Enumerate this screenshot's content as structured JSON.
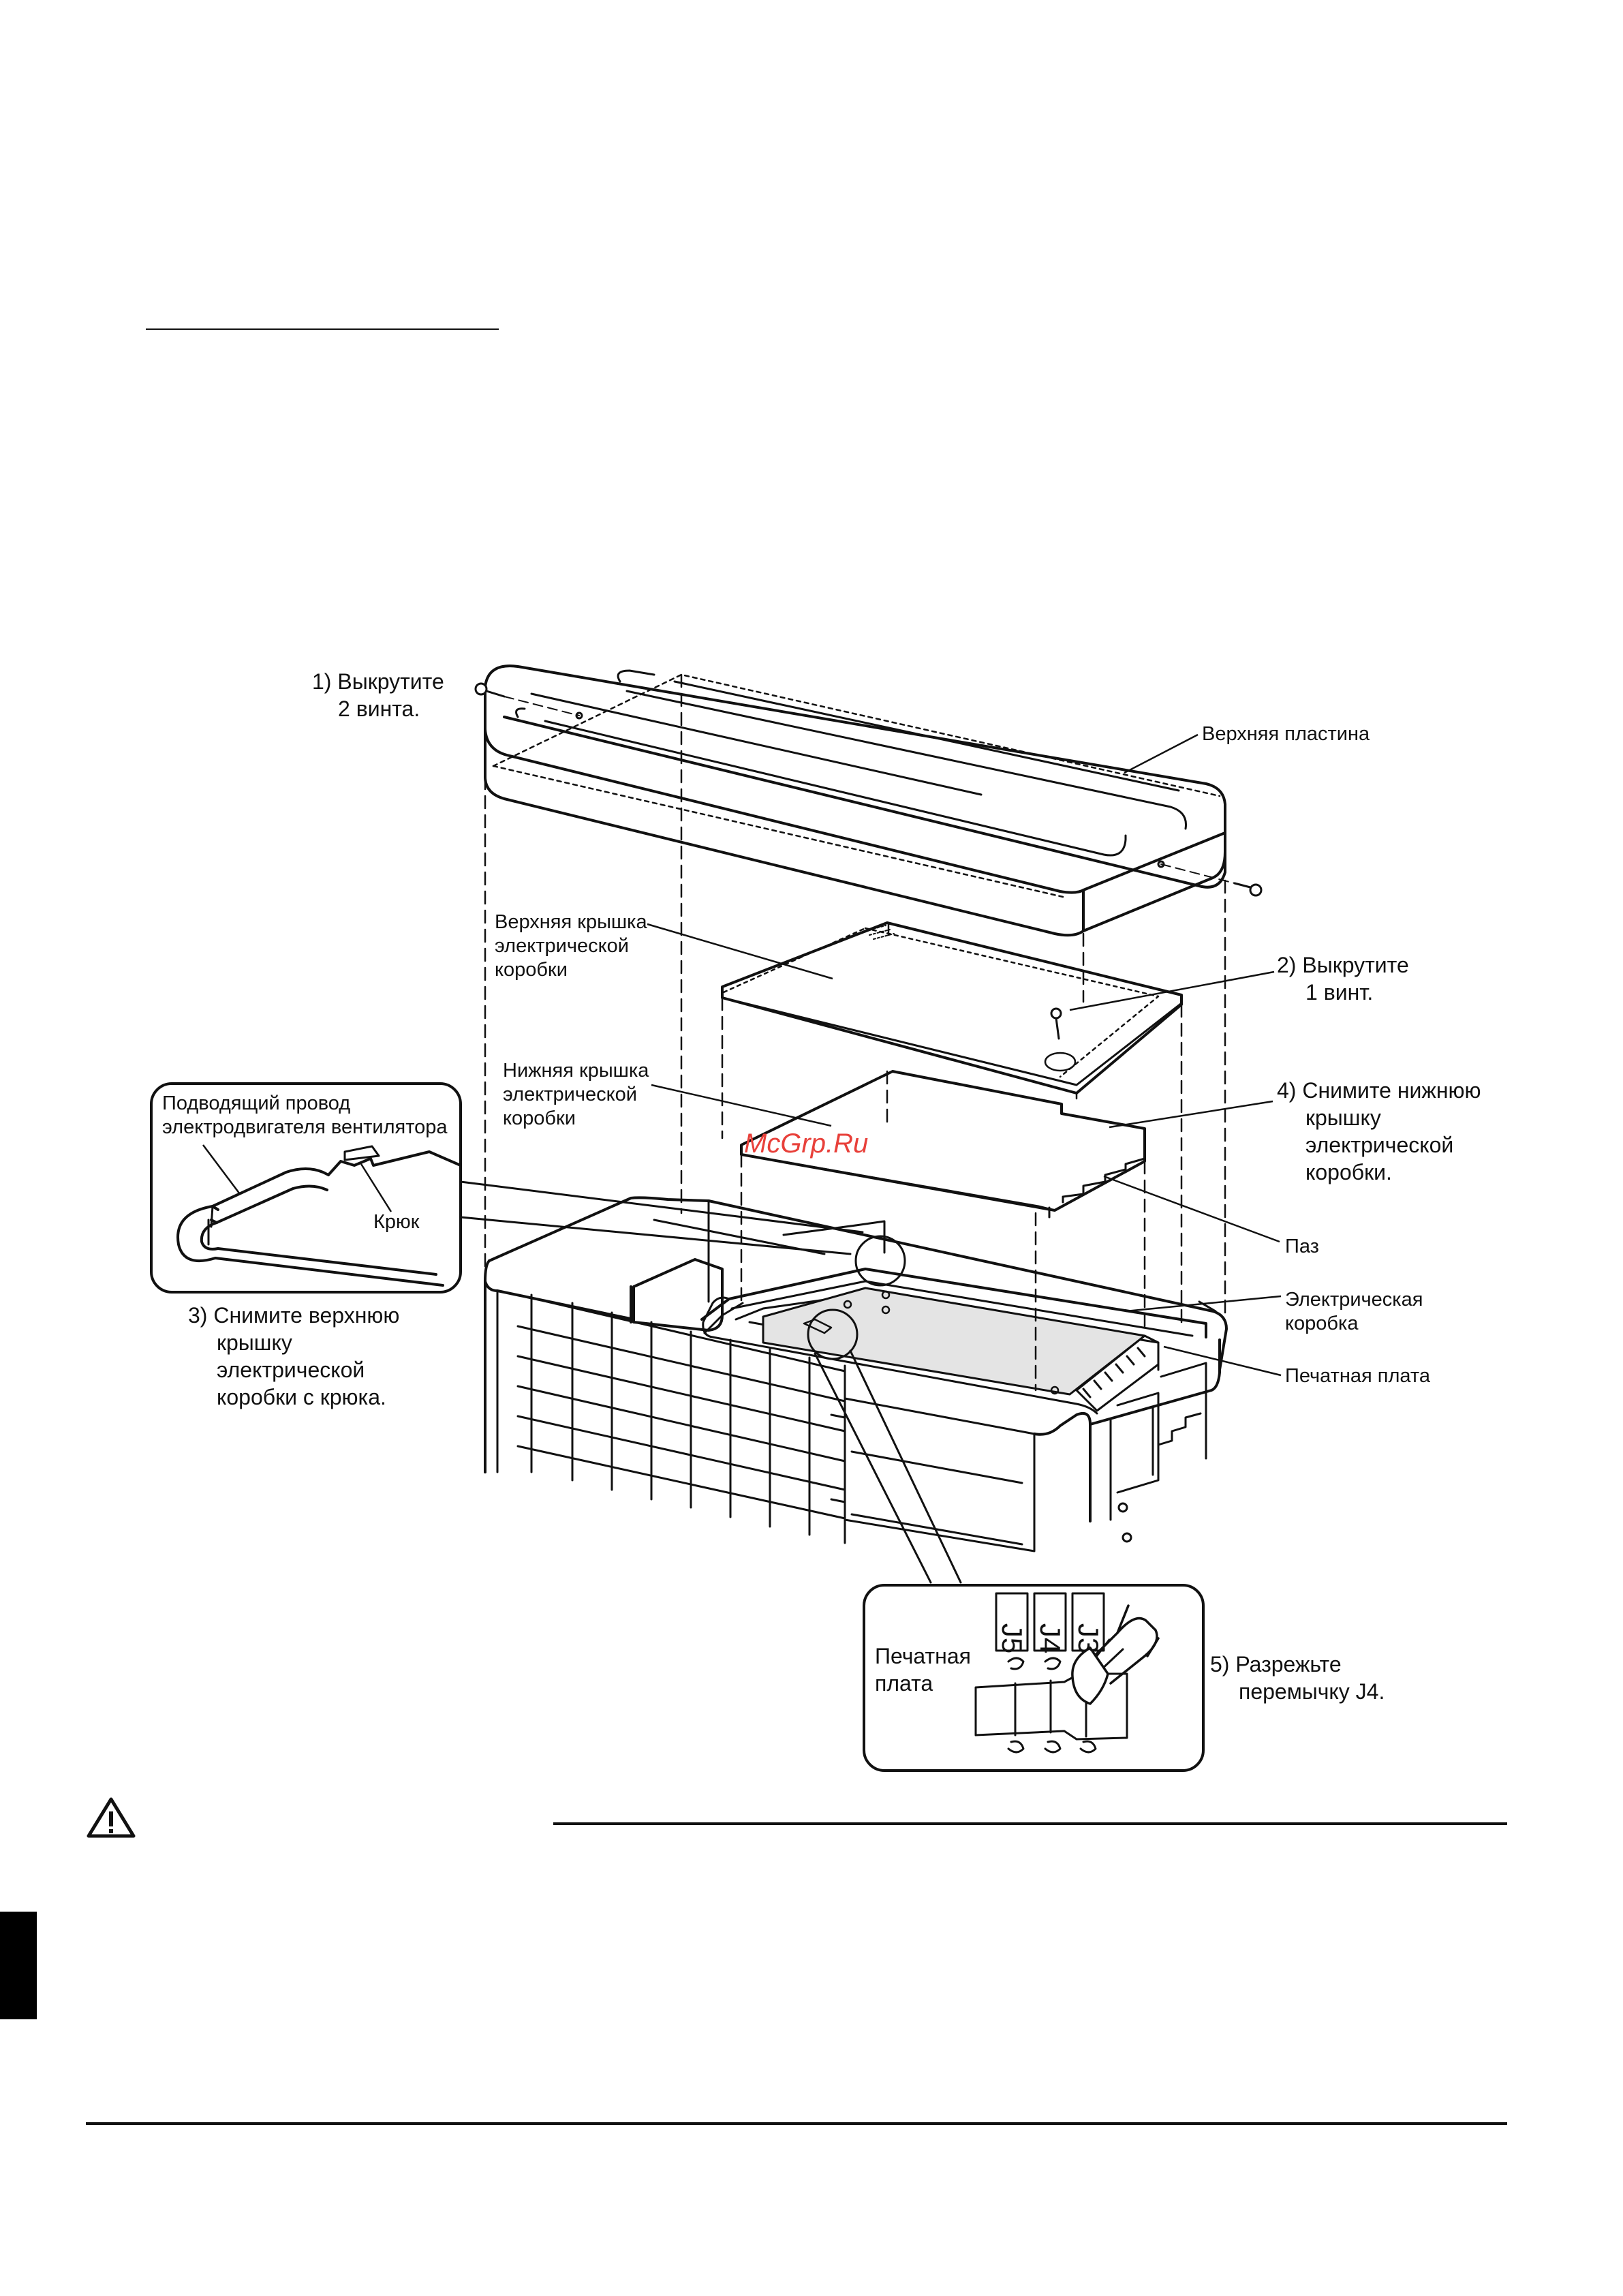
{
  "labels": {
    "step1_line1": "1) Выкрутите",
    "step1_line2": "2 винта.",
    "top_plate": "Верхняя пластина",
    "upper_cover_l1": "Верхняя крышка",
    "upper_cover_l2": "электрической",
    "upper_cover_l3": "коробки",
    "step2_line1": "2) Выкрутите",
    "step2_line2": "1 винт.",
    "lower_cover_l1": "Нижняя крышка",
    "lower_cover_l2": "электрической",
    "lower_cover_l3": "коробки",
    "step4_line1": "4) Снимите нижнюю",
    "step4_line2": "крышку",
    "step4_line3": "электрической",
    "step4_line4": "коробки.",
    "fan_wire_l1": "Подводящий провод",
    "fan_wire_l2": "электродвигателя вентилятора",
    "hook": "Крюк",
    "groove": "Паз",
    "elbox_l1": "Электрическая",
    "elbox_l2": "коробка",
    "pcb": "Печатная плата",
    "step3_line1": "3) Снимите верхнюю",
    "step3_line2": "крышку",
    "step3_line3": "электрической",
    "step3_line4": "коробки с крюка.",
    "pcb_detail_l1": "Печатная",
    "pcb_detail_l2": "плата",
    "jumper_j5": "J5",
    "jumper_j4": "J4",
    "jumper_j3": "J3",
    "step5_line1": "5) Разрежьте",
    "step5_line2": "перемычку J4."
  },
  "watermark": "McGrp.Ru",
  "icons": {
    "warning": "warning-triangle-icon",
    "screw": "screw-icon",
    "cutters": "wire-cutter-icon"
  },
  "colors": {
    "ink": "#111111",
    "pcb_fill": "#e4e4e4",
    "watermark": "#e8403a",
    "side_tab": "#000000"
  }
}
